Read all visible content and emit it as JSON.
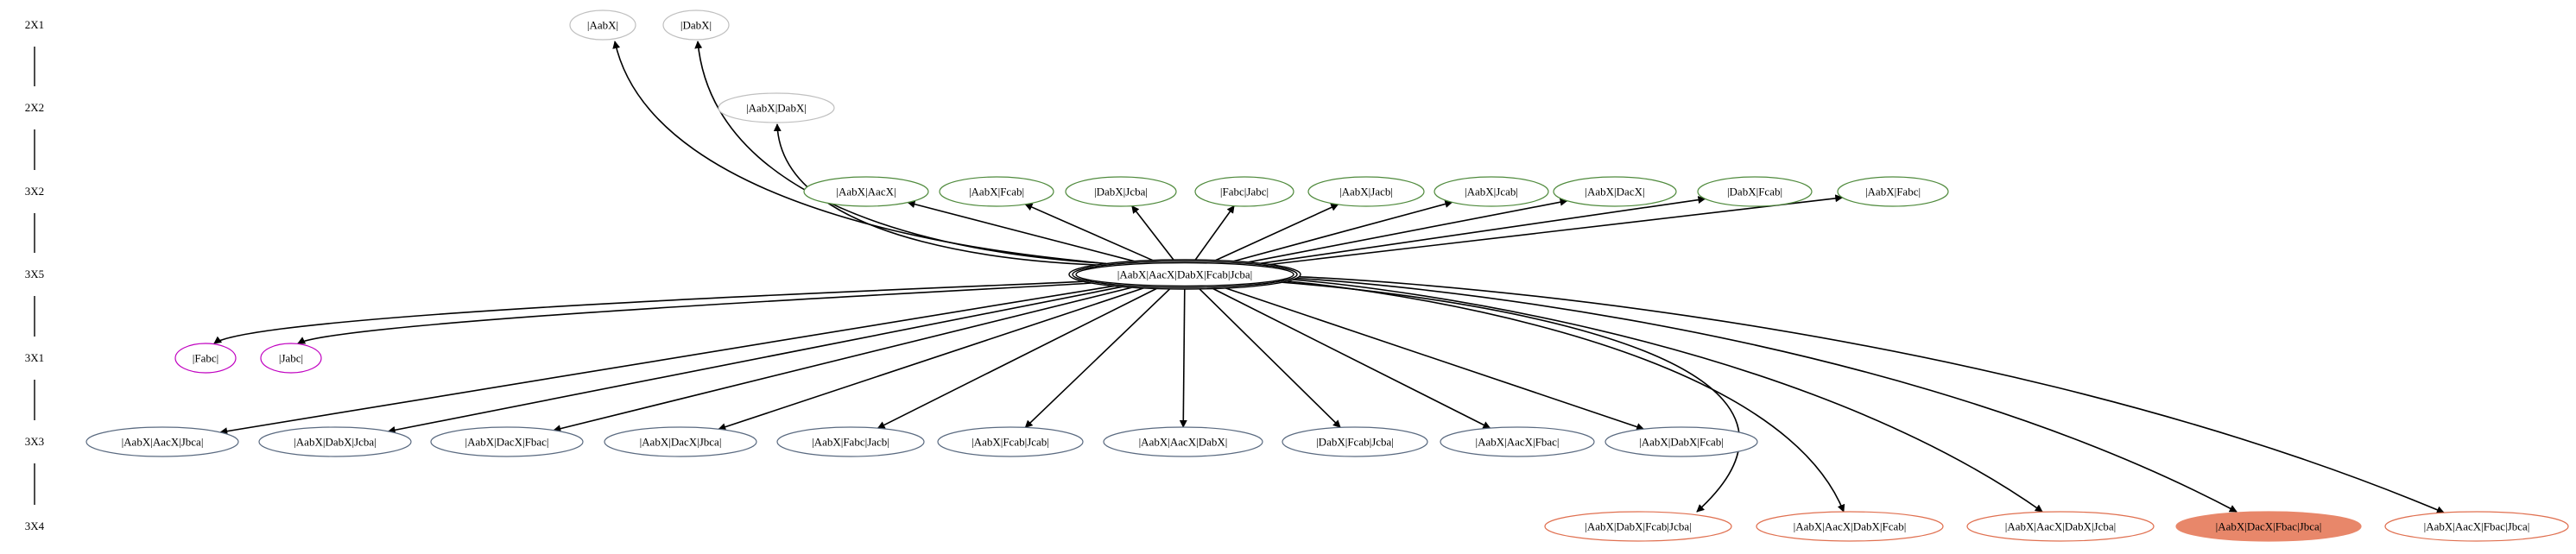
{
  "colors": {
    "center": "#000000",
    "grey": "#c0c0c0",
    "green": "#4f8a3c",
    "magenta": "#c000c0",
    "slate": "#5a6a80",
    "salmon": "#e07050",
    "salmon_fill": "#e8876a",
    "edge": "#000000",
    "rank_line": "#000000"
  },
  "rank_labels": [
    "2X1",
    "2X2",
    "3X2",
    "3X5",
    "3X1",
    "3X3",
    "3X4"
  ],
  "nodes": [
    {
      "id": "n_aabx",
      "label": "|AabX|",
      "rank": 0,
      "group": "grey"
    },
    {
      "id": "n_dabx",
      "label": "|DabX|",
      "rank": 0,
      "group": "grey"
    },
    {
      "id": "n_aabx_dabx",
      "label": "|AabX|DabX|",
      "rank": 1,
      "group": "grey"
    },
    {
      "id": "n_aabx_aacx",
      "label": "|AabX|AacX|",
      "rank": 2,
      "group": "green"
    },
    {
      "id": "n_aabx_fcab",
      "label": "|AabX|Fcab|",
      "rank": 2,
      "group": "green"
    },
    {
      "id": "n_dabx_jcba",
      "label": "|DabX|Jcba|",
      "rank": 2,
      "group": "green"
    },
    {
      "id": "n_fabc_jabc",
      "label": "|Fabc|Jabc|",
      "rank": 2,
      "group": "green"
    },
    {
      "id": "n_aabx_jacb",
      "label": "|AabX|Jacb|",
      "rank": 2,
      "group": "green"
    },
    {
      "id": "n_aabx_jcab",
      "label": "|AabX|Jcab|",
      "rank": 2,
      "group": "green"
    },
    {
      "id": "n_aabx_dacx",
      "label": "|AabX|DacX|",
      "rank": 2,
      "group": "green"
    },
    {
      "id": "n_dabx_fcab",
      "label": "|DabX|Fcab|",
      "rank": 2,
      "group": "green"
    },
    {
      "id": "n_aabx_fabc",
      "label": "|AabX|Fabc|",
      "rank": 2,
      "group": "green"
    },
    {
      "id": "center",
      "label": "|AabX|AacX|DabX|Fcab|Jcba|",
      "rank": 3,
      "group": "center"
    },
    {
      "id": "n_fabc",
      "label": "|Fabc|",
      "rank": 4,
      "group": "magenta"
    },
    {
      "id": "n_jabc",
      "label": "|Jabc|",
      "rank": 4,
      "group": "magenta"
    },
    {
      "id": "n_aabx_aacx_jbca",
      "label": "|AabX|AacX|Jbca|",
      "rank": 5,
      "group": "slate"
    },
    {
      "id": "n_aabx_dabx_jcba",
      "label": "|AabX|DabX|Jcba|",
      "rank": 5,
      "group": "slate"
    },
    {
      "id": "n_aabx_dacx_fbac",
      "label": "|AabX|DacX|Fbac|",
      "rank": 5,
      "group": "slate"
    },
    {
      "id": "n_aabx_dacx_jbca",
      "label": "|AabX|DacX|Jbca|",
      "rank": 5,
      "group": "slate"
    },
    {
      "id": "n_aabx_fabc_jacb",
      "label": "|AabX|Fabc|Jacb|",
      "rank": 5,
      "group": "slate"
    },
    {
      "id": "n_aabx_fcab_jcab",
      "label": "|AabX|Fcab|Jcab|",
      "rank": 5,
      "group": "slate"
    },
    {
      "id": "n_aabx_aacx_dabx",
      "label": "|AabX|AacX|DabX|",
      "rank": 5,
      "group": "slate"
    },
    {
      "id": "n_dabx_fcab_jcba",
      "label": "|DabX|Fcab|Jcba|",
      "rank": 5,
      "group": "slate"
    },
    {
      "id": "n_aabx_aacx_fbac",
      "label": "|AabX|AacX|Fbac|",
      "rank": 5,
      "group": "slate"
    },
    {
      "id": "n_aabx_dabx_fcab",
      "label": "|AabX|DabX|Fcab|",
      "rank": 5,
      "group": "slate"
    },
    {
      "id": "n_aabx_dabx_fcab_jcba",
      "label": "|AabX|DabX|Fcab|Jcba|",
      "rank": 6,
      "group": "salmon"
    },
    {
      "id": "n_aabx_aacx_dabx_fcab",
      "label": "|AabX|AacX|DabX|Fcab|",
      "rank": 6,
      "group": "salmon"
    },
    {
      "id": "n_aabx_aacx_dabx_jcba",
      "label": "|AabX|AacX|DabX|Jcba|",
      "rank": 6,
      "group": "salmon"
    },
    {
      "id": "n_aabx_dacx_fbac_jbca",
      "label": "|AabX|DacX|Fbac|Jbca|",
      "rank": 6,
      "group": "salmon",
      "filled": true
    },
    {
      "id": "n_aabx_aacx_fbac_jbca",
      "label": "|AabX|AacX|Fbac|Jbca|",
      "rank": 6,
      "group": "salmon"
    }
  ],
  "edges": [
    {
      "from": "center",
      "to": "n_aabx"
    },
    {
      "from": "center",
      "to": "n_dabx"
    },
    {
      "from": "center",
      "to": "n_aabx_dabx"
    },
    {
      "from": "center",
      "to": "n_aabx_aacx"
    },
    {
      "from": "center",
      "to": "n_aabx_fcab"
    },
    {
      "from": "center",
      "to": "n_dabx_jcba"
    },
    {
      "from": "center",
      "to": "n_fabc_jabc"
    },
    {
      "from": "center",
      "to": "n_aabx_jacb"
    },
    {
      "from": "center",
      "to": "n_aabx_jcab"
    },
    {
      "from": "center",
      "to": "n_aabx_dacx"
    },
    {
      "from": "center",
      "to": "n_dabx_fcab"
    },
    {
      "from": "center",
      "to": "n_aabx_fabc"
    },
    {
      "from": "center",
      "to": "n_fabc"
    },
    {
      "from": "center",
      "to": "n_jabc"
    },
    {
      "from": "center",
      "to": "n_aabx_aacx_jbca"
    },
    {
      "from": "center",
      "to": "n_aabx_dabx_jcba"
    },
    {
      "from": "center",
      "to": "n_aabx_dacx_fbac"
    },
    {
      "from": "center",
      "to": "n_aabx_dacx_jbca"
    },
    {
      "from": "center",
      "to": "n_aabx_fabc_jacb"
    },
    {
      "from": "center",
      "to": "n_aabx_fcab_jcab"
    },
    {
      "from": "center",
      "to": "n_aabx_aacx_dabx"
    },
    {
      "from": "center",
      "to": "n_dabx_fcab_jcba"
    },
    {
      "from": "center",
      "to": "n_aabx_aacx_fbac"
    },
    {
      "from": "center",
      "to": "n_aabx_dabx_fcab"
    },
    {
      "from": "center",
      "to": "n_aabx_dabx_fcab_jcba"
    },
    {
      "from": "center",
      "to": "n_aabx_aacx_dabx_fcab"
    },
    {
      "from": "center",
      "to": "n_aabx_aacx_dabx_jcba"
    },
    {
      "from": "center",
      "to": "n_aabx_dacx_fbac_jbca"
    },
    {
      "from": "center",
      "to": "n_aabx_aacx_fbac_jbca"
    }
  ]
}
